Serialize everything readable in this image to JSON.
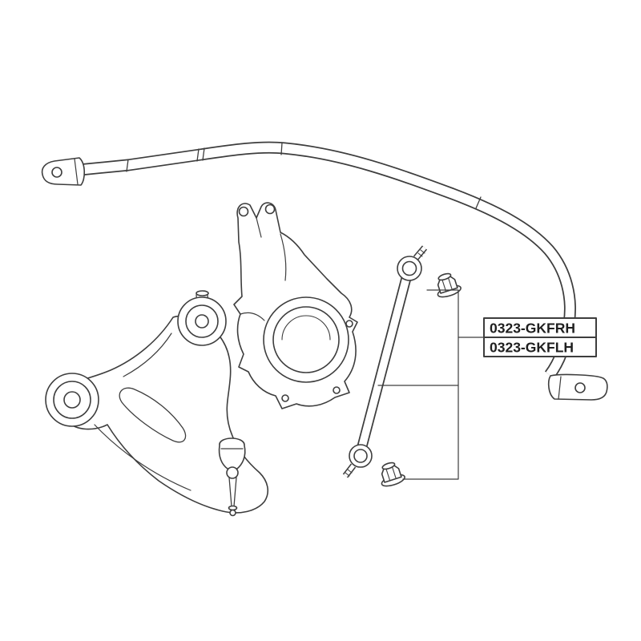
{
  "diagram": {
    "background_color": "#ffffff",
    "line_color": "#3d3d3d",
    "labels": [
      {
        "text": "0323-GKFRH"
      },
      {
        "text": "0323-GKFLH"
      }
    ],
    "components": [
      "stabilizer-bar",
      "stabilizer-bar-left-bracket",
      "stabilizer-bar-right-bracket",
      "steering-knuckle",
      "hub-bore",
      "lower-control-arm",
      "front-bushing",
      "rear-bushing",
      "ball-joint",
      "stabilizer-link",
      "flange-nut-upper",
      "flange-nut-lower",
      "leader-lines",
      "part-number-callout"
    ]
  }
}
